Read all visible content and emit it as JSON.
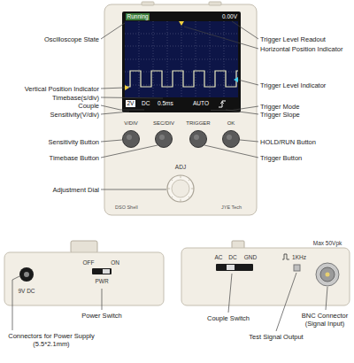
{
  "diagram": {
    "nodes": [
      {
        "text": [
          "V/DIV",
          "SEC/DIV",
          "TRIGGER",
          "OK",
          "ADJ",
          "DSO Shell",
          "JYE Tech"
        ]
      },
      {
        "text": [
          "Running",
          "0.00V",
          "2V",
          "DC",
          "0.5ms",
          "AUTO"
        ],
        "in": 0
      },
      {
        "text": [
          "9V DC",
          "OFF",
          "ON",
          "PWR"
        ]
      },
      {
        "text": [
          "AC",
          "DC",
          "GND",
          "1KHz",
          "Max 50Vpk"
        ]
      }
    ],
    "labels": [
      "Oscilloscope State",
      "Vertical Position Indicator",
      "Timebase(s/div)",
      "Couple",
      "Sensitivity(V/div)",
      "Sensitivity Button",
      "Timebase Button",
      "Adjustment Dial",
      "Trigger Level Readout",
      "Horizontal Position Indicator",
      "Trigger Level Indicator",
      "Trigger Mode",
      "Trigger Slope",
      "HOLD/RUN Button",
      "Trigger Button",
      "Power Switch",
      "Connectors for Power Supply (5.5*2.1mm)",
      "Couple Switch",
      "Test Signal Output",
      "BNC Connector (Signal Input)"
    ]
  }
}
